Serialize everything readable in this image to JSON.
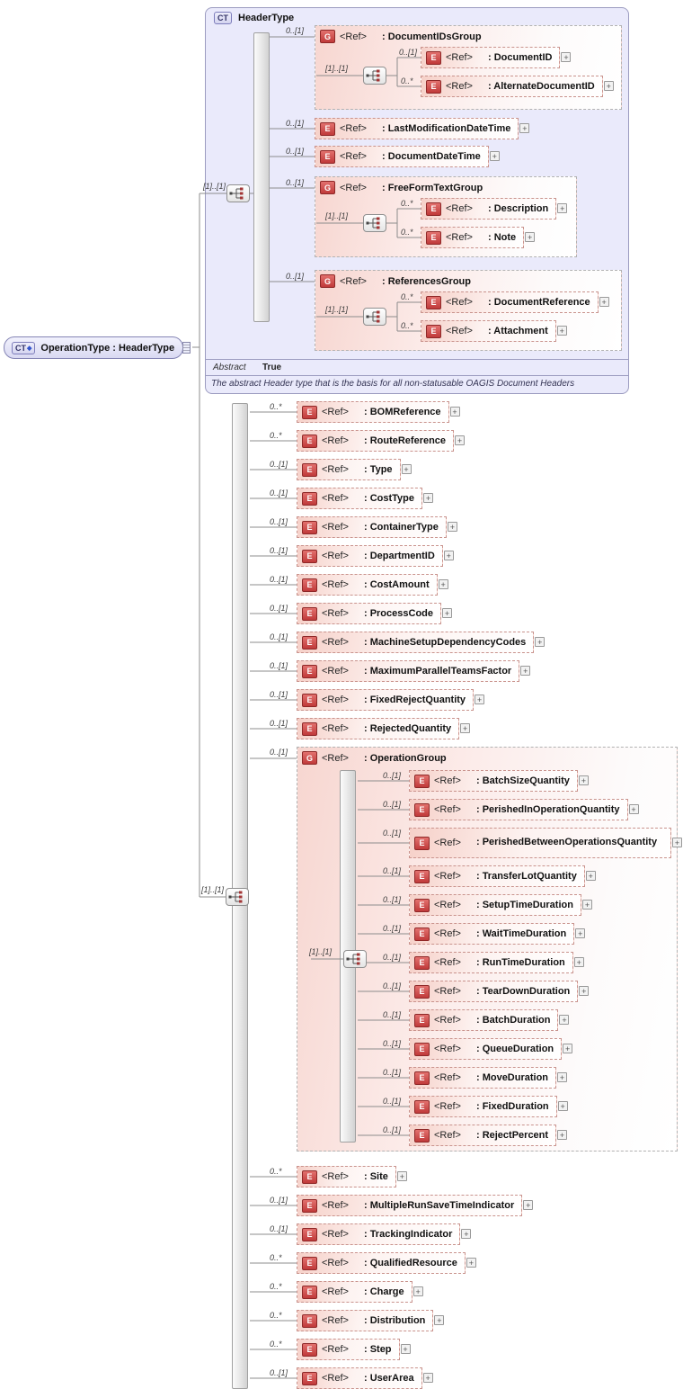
{
  "icons": {
    "plus": "+",
    "diamond": "◆"
  },
  "badges": {
    "ct": "CT",
    "element": "E",
    "group": "G"
  },
  "labels": {
    "ref": "<Ref>"
  },
  "colors": {
    "badge_red": "#c03a3a",
    "container_lavender": "#eaeafb",
    "element_pink": "#f6d0c8"
  },
  "root": {
    "label": "OperationType : HeaderType"
  },
  "header_type": {
    "title": "HeaderType",
    "abstract_label": "Abstract",
    "abstract_value": "True",
    "description": "The abstract Header type that is the basis for all non-statusable OAGIS Document Headers",
    "sequence_cardinality": "[1]..[1]",
    "items": [
      {
        "name": ": DocumentIDsGroup",
        "cardinality": "0..[1]",
        "sequence_cardinality": "[1]..[1]",
        "children": [
          {
            "name": ": DocumentID",
            "cardinality": "0..[1]"
          },
          {
            "name": ": AlternateDocumentID",
            "cardinality": "0..*"
          }
        ]
      },
      {
        "name": ": LastModificationDateTime",
        "cardinality": "0..[1]"
      },
      {
        "name": ": DocumentDateTime",
        "cardinality": "0..[1]"
      },
      {
        "name": ": FreeFormTextGroup",
        "cardinality": "0..[1]",
        "sequence_cardinality": "[1]..[1]",
        "children": [
          {
            "name": ": Description",
            "cardinality": "0..*"
          },
          {
            "name": ": Note",
            "cardinality": "0..*"
          }
        ]
      },
      {
        "name": ": ReferencesGroup",
        "cardinality": "0..[1]",
        "sequence_cardinality": "[1]..[1]",
        "children": [
          {
            "name": ": DocumentReference",
            "cardinality": "0..*"
          },
          {
            "name": ": Attachment",
            "cardinality": "0..*"
          }
        ]
      }
    ]
  },
  "operation_sequence": {
    "cardinality": "[1]..[1]",
    "items": [
      {
        "name": ": BOMReference",
        "cardinality": "0..*"
      },
      {
        "name": ": RouteReference",
        "cardinality": "0..*"
      },
      {
        "name": ": Type",
        "cardinality": "0..[1]"
      },
      {
        "name": ": CostType",
        "cardinality": "0..[1]"
      },
      {
        "name": ": ContainerType",
        "cardinality": "0..[1]"
      },
      {
        "name": ": DepartmentID",
        "cardinality": "0..[1]"
      },
      {
        "name": ": CostAmount",
        "cardinality": "0..[1]"
      },
      {
        "name": ": ProcessCode",
        "cardinality": "0..[1]"
      },
      {
        "name": ": MachineSetupDependencyCodes",
        "cardinality": "0..[1]"
      },
      {
        "name": ": MaximumParallelTeamsFactor",
        "cardinality": "0..[1]"
      },
      {
        "name": ": FixedRejectQuantity",
        "cardinality": "0..[1]"
      },
      {
        "name": ": RejectedQuantity",
        "cardinality": "0..[1]"
      },
      {
        "name": ": OperationGroup",
        "cardinality": "0..[1]",
        "sequence_cardinality": "[1]..[1]",
        "children": [
          {
            "name": ": BatchSizeQuantity",
            "cardinality": "0..[1]"
          },
          {
            "name": ": PerishedInOperationQuantity",
            "cardinality": "0..[1]"
          },
          {
            "name": ": PerishedBetweenOperationsQuantity",
            "cardinality": "0..[1]"
          },
          {
            "name": ": TransferLotQuantity",
            "cardinality": "0..[1]"
          },
          {
            "name": ": SetupTimeDuration",
            "cardinality": "0..[1]"
          },
          {
            "name": ": WaitTimeDuration",
            "cardinality": "0..[1]"
          },
          {
            "name": ": RunTimeDuration",
            "cardinality": "0..[1]"
          },
          {
            "name": ": TearDownDuration",
            "cardinality": "0..[1]"
          },
          {
            "name": ": BatchDuration",
            "cardinality": "0..[1]"
          },
          {
            "name": ": QueueDuration",
            "cardinality": "0..[1]"
          },
          {
            "name": ": MoveDuration",
            "cardinality": "0..[1]"
          },
          {
            "name": ": FixedDuration",
            "cardinality": "0..[1]"
          },
          {
            "name": ": RejectPercent",
            "cardinality": "0..[1]"
          }
        ]
      },
      {
        "name": ": Site",
        "cardinality": "0..*"
      },
      {
        "name": ": MultipleRunSaveTimeIndicator",
        "cardinality": "0..[1]"
      },
      {
        "name": ": TrackingIndicator",
        "cardinality": "0..[1]"
      },
      {
        "name": ": QualifiedResource",
        "cardinality": "0..*"
      },
      {
        "name": ": Charge",
        "cardinality": "0..*"
      },
      {
        "name": ": Distribution",
        "cardinality": "0..*"
      },
      {
        "name": ": Step",
        "cardinality": "0..*"
      },
      {
        "name": ": UserArea",
        "cardinality": "0..[1]"
      }
    ]
  }
}
